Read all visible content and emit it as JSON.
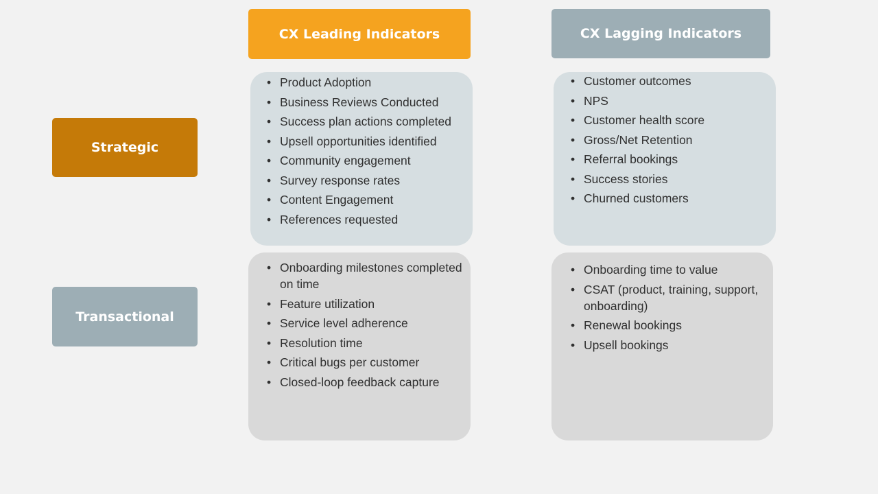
{
  "columns": {
    "leading": "CX Leading Indicators",
    "lagging": "CX Lagging Indicators"
  },
  "rows": {
    "strategic": "Strategic",
    "transactional": "Transactional"
  },
  "cells": {
    "strategic_leading": [
      "Product Adoption",
      "Business Reviews Conducted",
      "Success plan actions completed",
      "Upsell opportunities identified",
      "Community engagement",
      "Survey response rates",
      "Content Engagement",
      "References requested"
    ],
    "strategic_lagging": [
      "Customer outcomes",
      "NPS",
      "Customer health score",
      "Gross/Net Retention",
      "Referral bookings",
      "Success stories",
      "Churned customers"
    ],
    "transactional_leading": [
      "Onboarding milestones completed on time",
      "Feature utilization",
      "Service level adherence",
      "Resolution time",
      "Critical bugs per customer",
      "Closed-loop feedback capture"
    ],
    "transactional_lagging": [
      "Onboarding time to value",
      "CSAT (product, training, support, onboarding)",
      "Renewal bookings",
      "Upsell bookings"
    ]
  },
  "colors": {
    "background": "#f2f2f2",
    "leading_header": "#f5a31f",
    "lagging_header": "#9daeb5",
    "strategic_header": "#c57a08",
    "transactional_header": "#9daeb5",
    "strategic_cell": "#d6dee1",
    "transactional_cell": "#d9d9d9"
  }
}
